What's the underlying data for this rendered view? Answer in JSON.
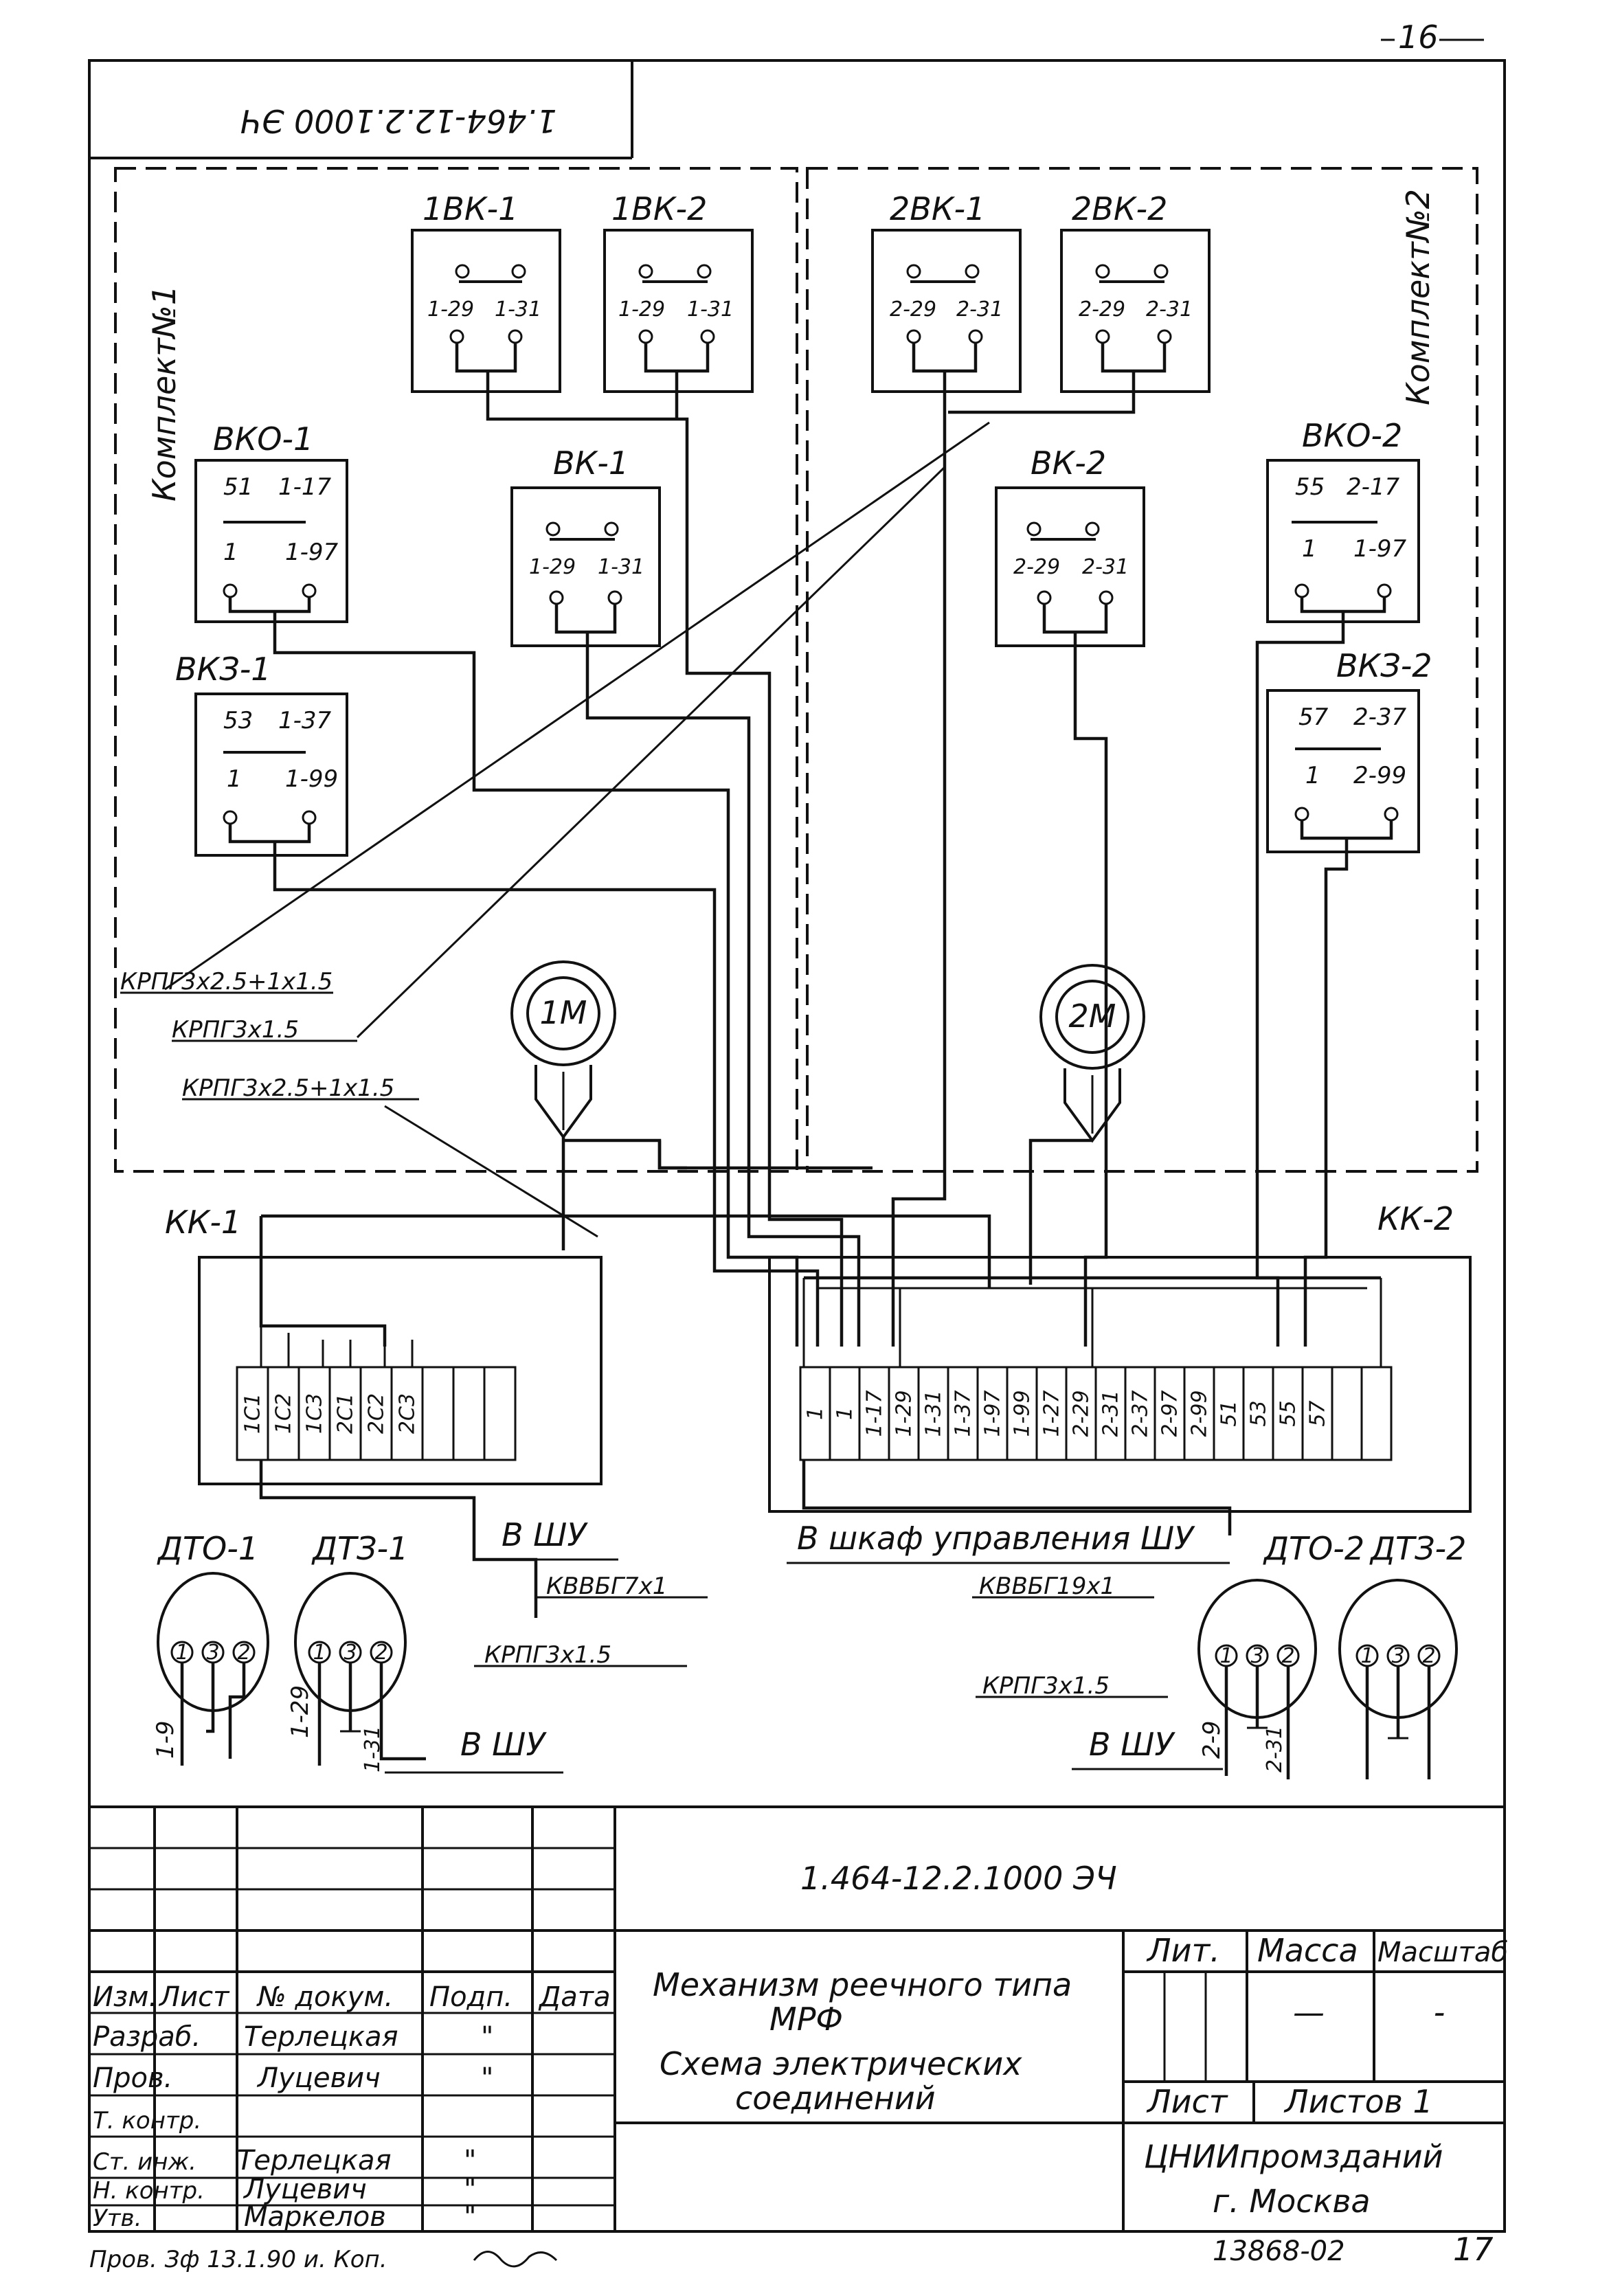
{
  "page_number": "16",
  "stamp_code_rotated": "1.464-12.2.1000 ЭЧ",
  "kits": {
    "kit1": "Комплект№1",
    "kit2": "Комплект№2"
  },
  "limit_switches": [
    {
      "id": "1BK-1",
      "label": "1ВК-1",
      "terminals": [
        "1-29",
        "1-31"
      ]
    },
    {
      "id": "1BK-2",
      "label": "1ВК-2",
      "terminals": [
        "1-29",
        "1-31"
      ]
    },
    {
      "id": "2BK-1",
      "label": "2ВК-1",
      "terminals": [
        "2-29",
        "2-31"
      ]
    },
    {
      "id": "2BK-2",
      "label": "2ВК-2",
      "terminals": [
        "2-29",
        "2-31"
      ]
    },
    {
      "id": "BK-1",
      "label": "ВК-1",
      "terminals": [
        "1-29",
        "1-31"
      ]
    },
    {
      "id": "BK-2",
      "label": "ВК-2",
      "terminals": [
        "2-29",
        "2-31"
      ]
    }
  ],
  "valve_switches": [
    {
      "id": "BKO-1",
      "label": "ВКО-1",
      "top": [
        "51",
        "1-17"
      ],
      "bottom": [
        "1",
        "1-97"
      ]
    },
    {
      "id": "BKZ-1",
      "label": "ВКЗ-1",
      "top": [
        "53",
        "1-37"
      ],
      "bottom": [
        "1",
        "1-99"
      ]
    },
    {
      "id": "BKO-2",
      "label": "ВКО-2",
      "top": [
        "55",
        "2-17"
      ],
      "bottom": [
        "1",
        "1-97"
      ]
    },
    {
      "id": "BKZ-2",
      "label": "ВКЗ-2",
      "top": [
        "57",
        "2-37"
      ],
      "bottom": [
        "1",
        "2-99"
      ]
    }
  ],
  "motors": [
    {
      "label": "1М"
    },
    {
      "label": "2М"
    }
  ],
  "cables": {
    "c1": "КРПГ3х2.5+1х1.5",
    "c2": "КРПГ3х1.5",
    "c3": "КРПГ3х2.5+1х1.5",
    "c4": "КВВБГ7х1",
    "c5": "КРПГ3х1.5",
    "c6": "КВВБГ19х1",
    "c7": "КРПГ3х1.5"
  },
  "boxes": {
    "kk1": {
      "label": "КК-1",
      "terminals": [
        "1С1",
        "1С2",
        "1С3",
        "2С1",
        "2С2",
        "2С3",
        "",
        "",
        ""
      ]
    },
    "kk2": {
      "label": "КК-2",
      "terminals": [
        "1",
        "1",
        "1-17",
        "1-29",
        "1-31",
        "1-37",
        "1-97",
        "1-99",
        "1-27",
        "2-29",
        "2-31",
        "2-37",
        "2-97",
        "2-99",
        "51",
        "53",
        "55",
        "57",
        "",
        ""
      ]
    }
  },
  "outputs": {
    "to_shu_1": "В ШУ",
    "to_cabinet": "В шкаф управления ШУ",
    "to_shu_2": "В ШУ",
    "to_shu_3": "В ШУ"
  },
  "sensors": [
    {
      "label": "ДТО-1",
      "pins": [
        "1",
        "3",
        "2"
      ],
      "wire": "1-9"
    },
    {
      "label": "ДТЗ-1",
      "pins": [
        "1",
        "3",
        "2"
      ],
      "wire": "1-29",
      "wire2": "1-31"
    },
    {
      "label": "ДТО-2",
      "pins": [
        "1",
        "3",
        "2"
      ],
      "wire": "2-9",
      "wire2": "2-31"
    },
    {
      "label": "ДТЗ-2",
      "pins": [
        "1",
        "3",
        "2"
      ]
    }
  ],
  "title_block": {
    "doc_code": "1.464-12.2.1000 ЭЧ",
    "title_line1": "Механизм реечного типа",
    "title_line2": "МРФ",
    "title_line3": "Схема электрических",
    "title_line4": "соединений",
    "lit_header": "Лит.",
    "mass_header": "Масса",
    "scale_header": "Масштаб",
    "mass_value": "—",
    "scale_value": "-",
    "sheet_label": "Лист",
    "sheets_label": "Листов 1",
    "org_line1": "ЦНИИпромзданий",
    "org_line2": "г. Москва",
    "col_headers": [
      "Изм.",
      "Лист",
      "№ докум.",
      "Подп.",
      "Дата"
    ],
    "rows": [
      {
        "role": "Разраб.",
        "name": "Терлецкая",
        "sign": "\""
      },
      {
        "role": "Пров.",
        "name": "Луцевич",
        "sign": "\""
      },
      {
        "role": "Т. контр.",
        "name": "",
        "sign": ""
      },
      {
        "role": "Ст. инж.",
        "name": "Терлецкая",
        "sign": "\""
      },
      {
        "role": "Н. контр.",
        "name": "Луцевич",
        "sign": "\""
      },
      {
        "role": "Утв.",
        "name": "Маркелов",
        "sign": "\""
      }
    ]
  },
  "footer": {
    "check_note": "Пров. Зф 13.1.90 и. Коп.",
    "inventory": "13868-02",
    "sheet_no": "17"
  }
}
